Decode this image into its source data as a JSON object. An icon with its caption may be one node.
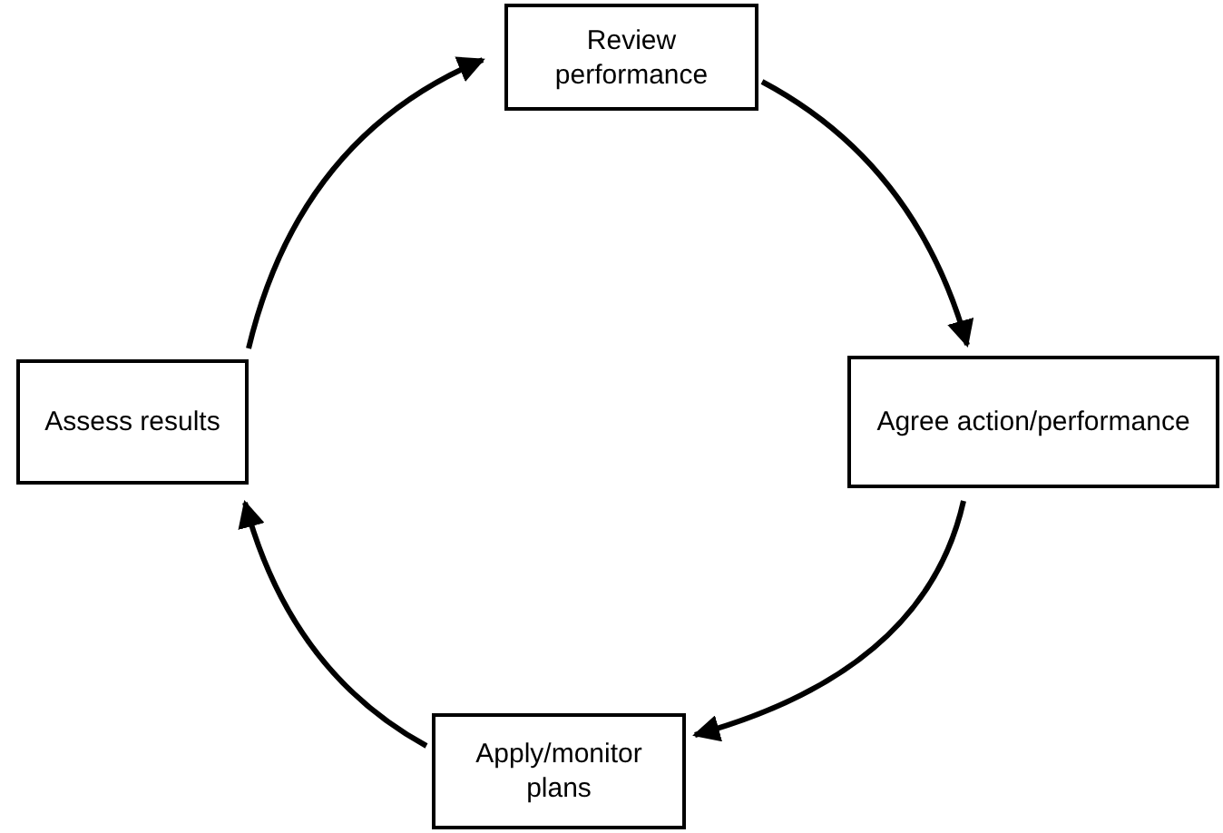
{
  "diagram": {
    "nodes": [
      {
        "text": [
          "Review performance"
        ]
      },
      {
        "text": [
          "Agree action/performance"
        ]
      },
      {
        "text": [
          "Apply/monitor plans"
        ]
      },
      {
        "text": [
          "Assess results"
        ]
      }
    ],
    "edges": [
      {
        "from": 0,
        "to": 1,
        "arrow": "to"
      },
      {
        "from": 1,
        "to": 2,
        "arrow": "to"
      },
      {
        "from": 2,
        "to": 3,
        "arrow": "to"
      },
      {
        "from": 3,
        "to": 0,
        "arrow": "to"
      }
    ]
  }
}
